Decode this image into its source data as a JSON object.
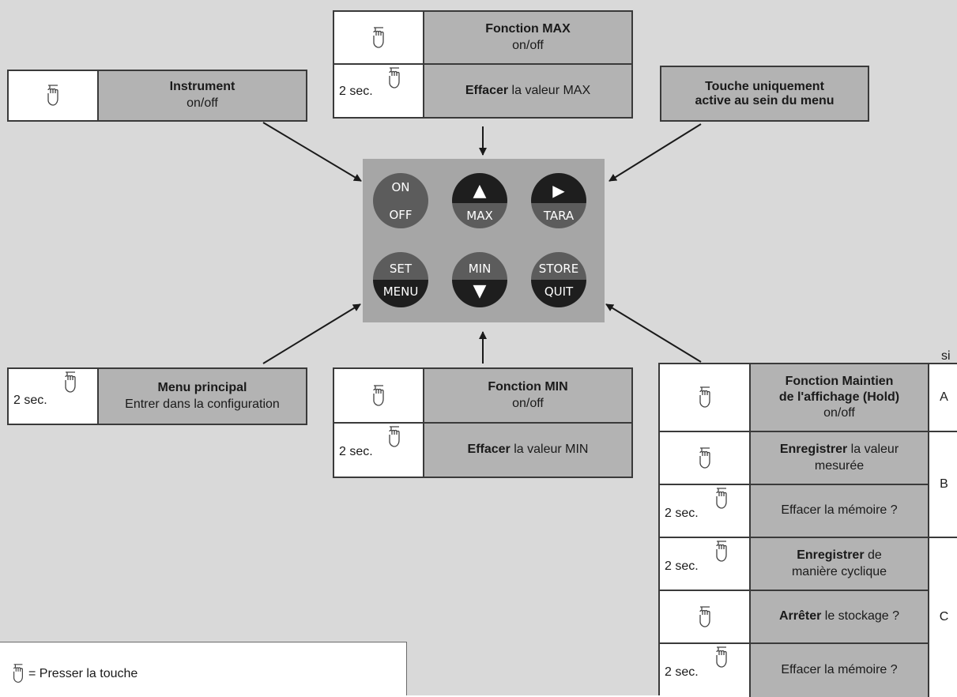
{
  "keys": {
    "on_top": "ON",
    "on_bottom": "OFF",
    "max_bottom": "MAX",
    "tara_bottom": "TARA",
    "set_top": "SET",
    "set_bottom": "MENU",
    "min_top": "MIN",
    "store_top": "STORE",
    "store_bottom": "QUIT",
    "up_glyph": "▲",
    "down_glyph": "▼",
    "right_glyph": "▶"
  },
  "max_box": {
    "row1_bold": "Fonction MAX",
    "row1_sub": "on/off",
    "row2_sec": "2 sec.",
    "row2_bold": "Effacer",
    "row2_rest": " la valeur MAX"
  },
  "instrument_box": {
    "bold": "Instrument",
    "sub": "on/off"
  },
  "tara_box": {
    "line1": "Touche uniquement",
    "line2": "active au sein du menu"
  },
  "menu_box": {
    "sec": "2 sec.",
    "bold": "Menu principal",
    "sub": "Entrer dans la configuration"
  },
  "min_box": {
    "row1_bold": "Fonction MIN",
    "row1_sub": "on/off",
    "row2_sec": "2 sec.",
    "row2_bold": "Effacer",
    "row2_rest": " la valeur MIN"
  },
  "store_box": {
    "si": "si",
    "r1_bold1": "Fonction Maintien",
    "r1_bold2": "de l'affichage (Hold)",
    "r1_sub": "on/off",
    "r2_bold": "Enregistrer",
    "r2_rest": " la valeur",
    "r2_line2": "mesurée",
    "r3_sec": "2 sec.",
    "r3_text": "Effacer la mémoire ?",
    "r4_sec": "2 sec.",
    "r4_bold": "Enregistrer",
    "r4_rest": " de",
    "r4_line2": "manière cyclique",
    "r5_bold": "Arrêter",
    "r5_rest": " le stockage ?",
    "r6_sec": "2 sec.",
    "r6_text": "Effacer la mémoire ?",
    "label_a": "A",
    "label_b": "B",
    "label_c": "C"
  },
  "legend": {
    "text": "= Presser la touche"
  }
}
